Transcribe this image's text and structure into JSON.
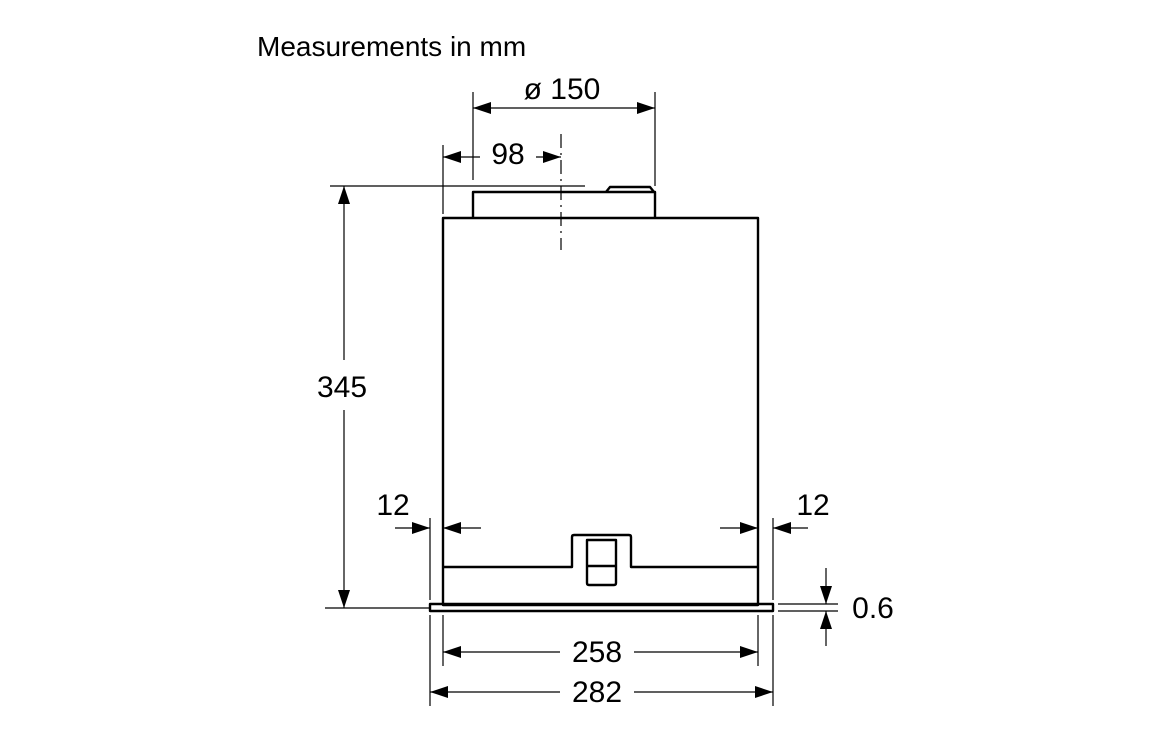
{
  "title": "Measurements in mm",
  "dimensions": {
    "duct_diameter": "ø 150",
    "duct_offset": "98",
    "height": "345",
    "left_margin": "12",
    "right_margin": "12",
    "panel_thickness": "0.6",
    "body_width": "258",
    "panel_width": "282"
  }
}
